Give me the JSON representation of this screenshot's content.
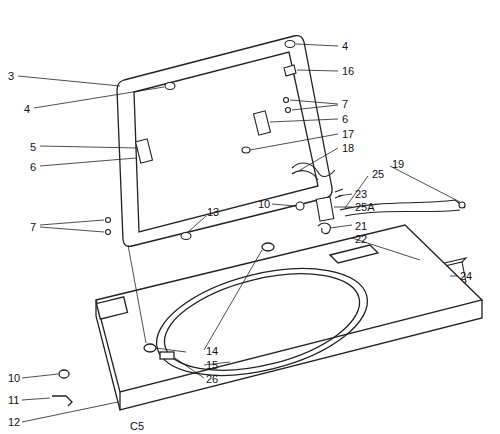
{
  "diagram": {
    "labels": [
      "3",
      "4",
      "5",
      "6",
      "7",
      "4",
      "16",
      "7",
      "6",
      "17",
      "18",
      "19",
      "25",
      "13",
      "10",
      "23",
      "25A",
      "21",
      "22",
      "24",
      "14",
      "15",
      "26",
      "10",
      "11",
      "12",
      "C5"
    ]
  }
}
